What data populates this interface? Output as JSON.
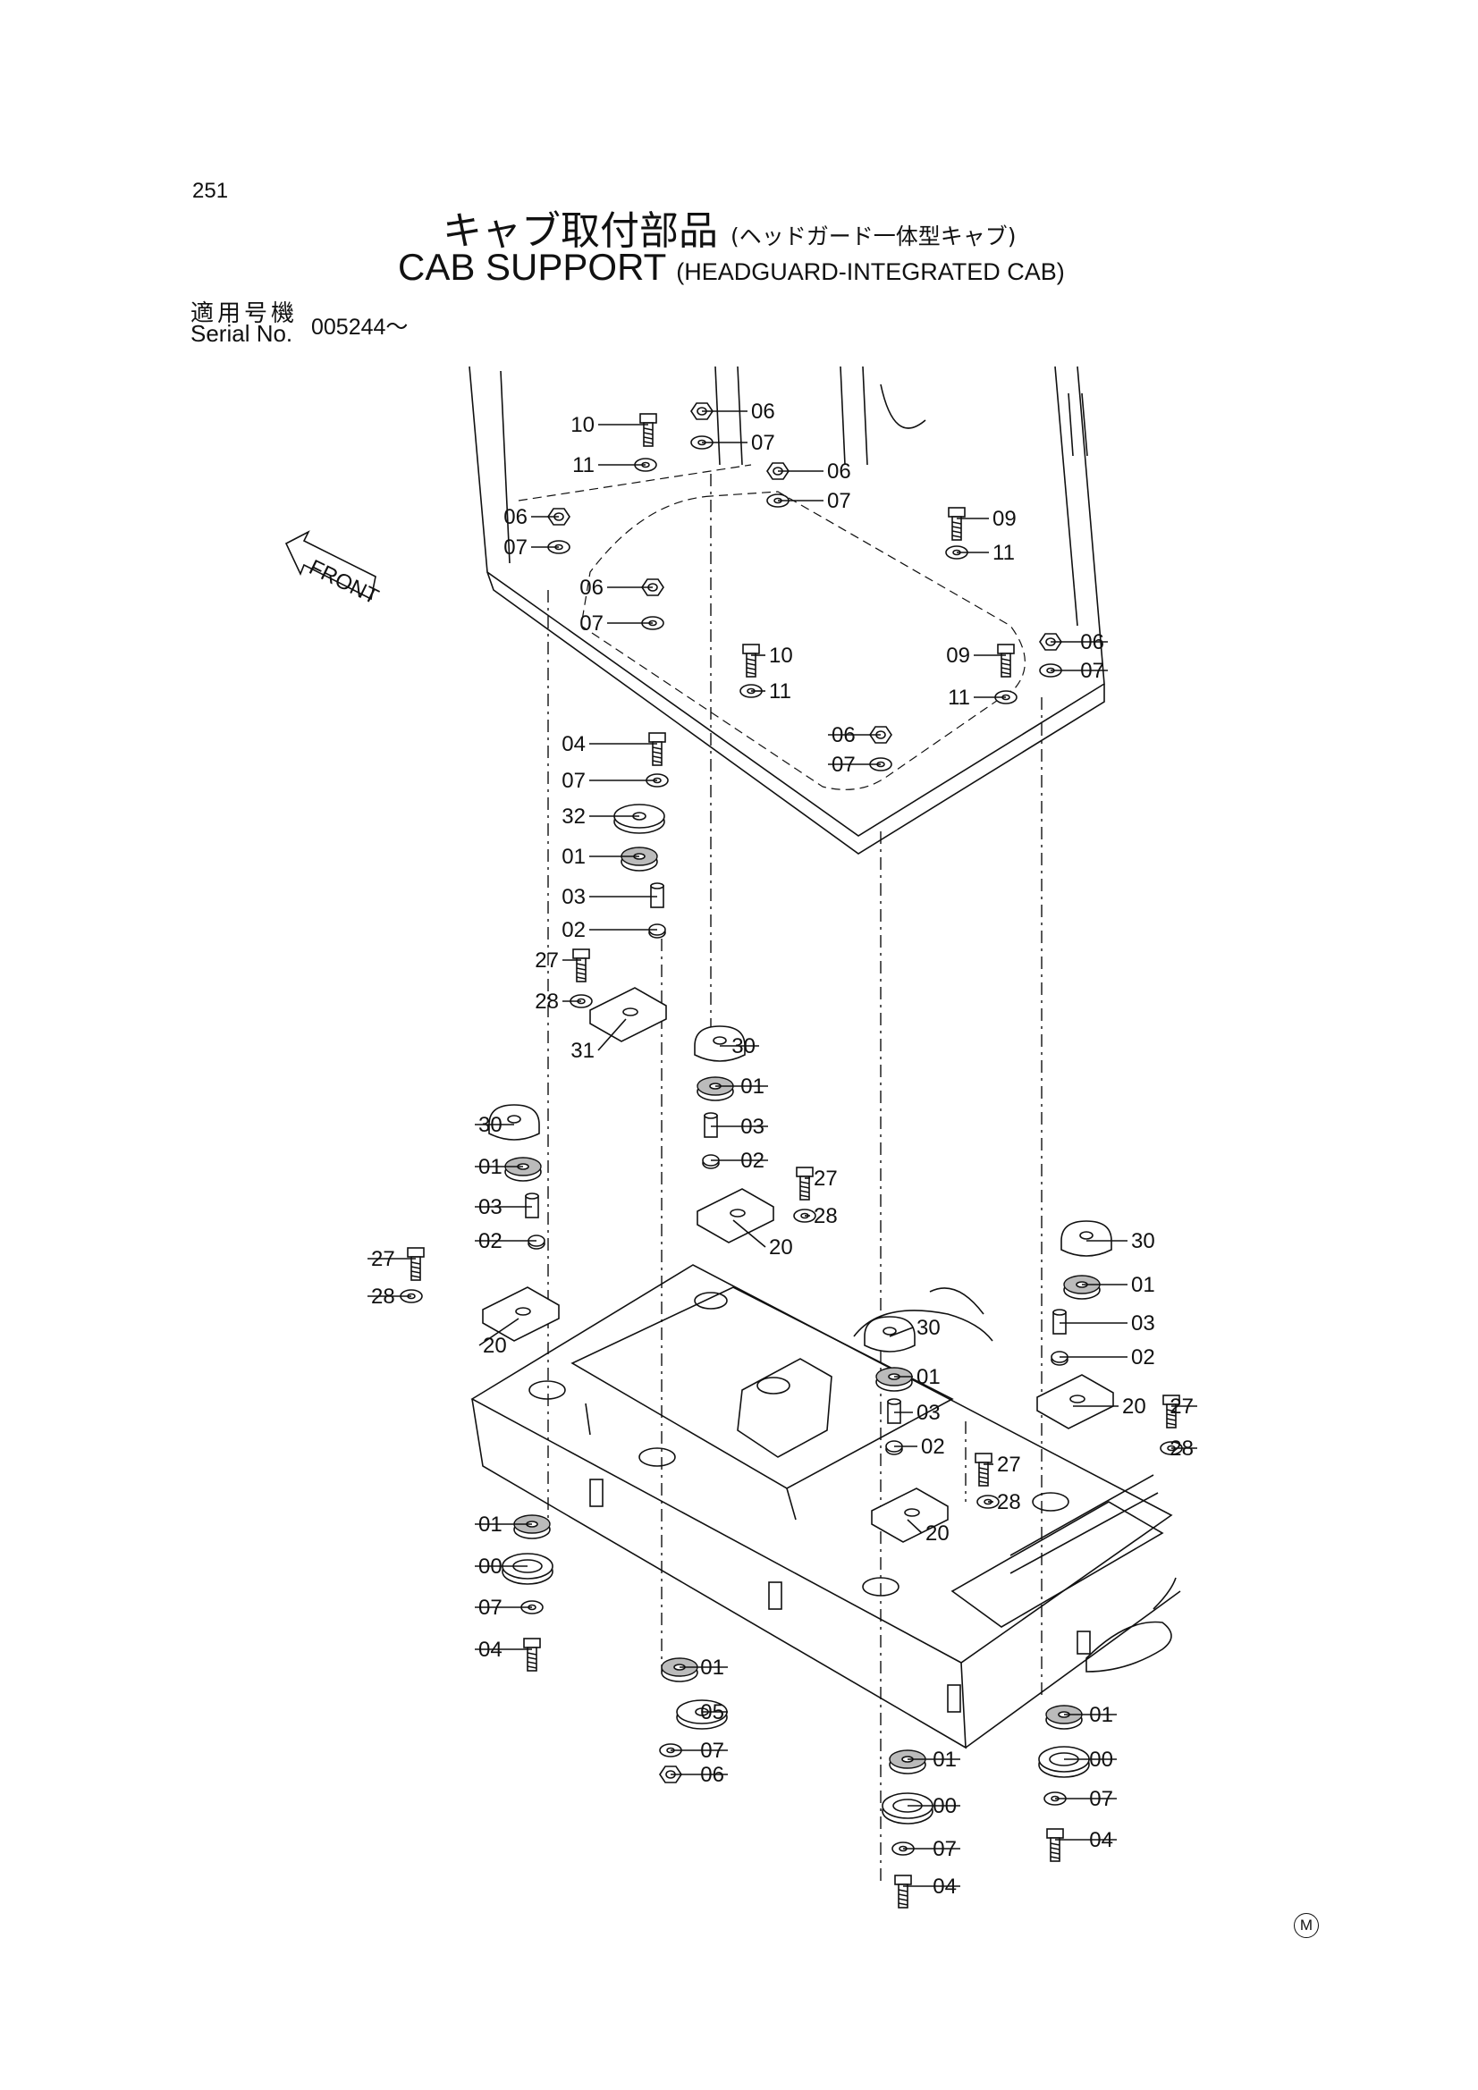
{
  "page": {
    "number": "251",
    "title_jp": "キャブ取付部品",
    "title_jp_sub": "(ヘッドガード一体型キャブ)",
    "title_en": "CAB  SUPPORT",
    "title_en_sub": "(HEADGUARD-INTEGRATED CAB)",
    "serial_label_jp": "適用号機",
    "serial_label_en": "Serial No.",
    "serial_value": "005244～",
    "front_label": "FRONT",
    "corner_mark": "M"
  },
  "callouts": [
    {
      "id": "10",
      "anchor": "right",
      "part": "bolt"
    },
    {
      "id": "11",
      "anchor": "right",
      "part": "washer"
    },
    {
      "id": "06",
      "anchor": "left",
      "part": "nut"
    },
    {
      "id": "07",
      "anchor": "left",
      "part": "washer"
    },
    {
      "id": "06",
      "anchor": "left",
      "part": "nut"
    },
    {
      "id": "07",
      "anchor": "left",
      "part": "washer"
    },
    {
      "id": "06",
      "anchor": "right",
      "part": "nut"
    },
    {
      "id": "07",
      "anchor": "right",
      "part": "washer"
    },
    {
      "id": "09",
      "anchor": "left",
      "part": "bolt"
    },
    {
      "id": "11",
      "anchor": "left",
      "part": "washer"
    },
    {
      "id": "06",
      "anchor": "right",
      "part": "nut"
    },
    {
      "id": "07",
      "anchor": "right",
      "part": "washer"
    },
    {
      "id": "10",
      "anchor": "left",
      "part": "bolt"
    },
    {
      "id": "11",
      "anchor": "left",
      "part": "washer"
    },
    {
      "id": "09",
      "anchor": "right",
      "part": "bolt"
    },
    {
      "id": "11",
      "anchor": "right",
      "part": "washer"
    },
    {
      "id": "06",
      "anchor": "left",
      "part": "nut"
    },
    {
      "id": "07",
      "anchor": "left",
      "part": "washer"
    },
    {
      "id": "06",
      "anchor": "right",
      "part": "nut"
    },
    {
      "id": "07",
      "anchor": "right",
      "part": "washer"
    },
    {
      "id": "04",
      "anchor": "right",
      "part": "bolt"
    },
    {
      "id": "07",
      "anchor": "right",
      "part": "washer"
    },
    {
      "id": "32",
      "anchor": "right",
      "part": "disc"
    },
    {
      "id": "01",
      "anchor": "right",
      "part": "mount"
    },
    {
      "id": "03",
      "anchor": "right",
      "part": "sleeve"
    },
    {
      "id": "02",
      "anchor": "right",
      "part": "ring"
    },
    {
      "id": "27",
      "anchor": "right",
      "part": "bolt"
    },
    {
      "id": "28",
      "anchor": "right",
      "part": "washer"
    },
    {
      "id": "31",
      "anchor": "right",
      "part": "plate"
    },
    {
      "id": "30",
      "anchor": "left",
      "part": "stopper"
    },
    {
      "id": "01",
      "anchor": "left",
      "part": "mount"
    },
    {
      "id": "03",
      "anchor": "left",
      "part": "sleeve"
    },
    {
      "id": "02",
      "anchor": "left",
      "part": "ring"
    },
    {
      "id": "27",
      "anchor": "left",
      "part": "bolt"
    },
    {
      "id": "28",
      "anchor": "left",
      "part": "washer"
    },
    {
      "id": "20",
      "anchor": "left",
      "part": "plate"
    },
    {
      "id": "30",
      "anchor": "right",
      "part": "stopper"
    },
    {
      "id": "01",
      "anchor": "right",
      "part": "mount"
    },
    {
      "id": "03",
      "anchor": "right",
      "part": "sleeve"
    },
    {
      "id": "02",
      "anchor": "right",
      "part": "ring"
    },
    {
      "id": "27",
      "anchor": "left",
      "part": "bolt"
    },
    {
      "id": "28",
      "anchor": "left",
      "part": "washer"
    },
    {
      "id": "20",
      "anchor": "left",
      "part": "plate"
    },
    {
      "id": "30",
      "anchor": "left",
      "part": "stopper"
    },
    {
      "id": "01",
      "anchor": "left",
      "part": "mount"
    },
    {
      "id": "03",
      "anchor": "left",
      "part": "sleeve"
    },
    {
      "id": "02",
      "anchor": "left",
      "part": "ring"
    },
    {
      "id": "20",
      "anchor": "left",
      "part": "plate"
    },
    {
      "id": "27",
      "anchor": "right",
      "part": "bolt"
    },
    {
      "id": "28",
      "anchor": "right",
      "part": "washer"
    },
    {
      "id": "30",
      "anchor": "left",
      "part": "stopper"
    },
    {
      "id": "01",
      "anchor": "left",
      "part": "mount"
    },
    {
      "id": "03",
      "anchor": "left",
      "part": "sleeve"
    },
    {
      "id": "02",
      "anchor": "left",
      "part": "ring"
    },
    {
      "id": "27",
      "anchor": "left",
      "part": "bolt"
    },
    {
      "id": "28",
      "anchor": "left",
      "part": "washer"
    },
    {
      "id": "20",
      "anchor": "left",
      "part": "plate"
    },
    {
      "id": "01",
      "anchor": "left",
      "part": "mount"
    },
    {
      "id": "00",
      "anchor": "left",
      "part": "cup"
    },
    {
      "id": "07",
      "anchor": "left",
      "part": "washer"
    },
    {
      "id": "04",
      "anchor": "left",
      "part": "bolt"
    },
    {
      "id": "01",
      "anchor": "right",
      "part": "mount"
    },
    {
      "id": "05",
      "anchor": "right",
      "part": "disc"
    },
    {
      "id": "07",
      "anchor": "right",
      "part": "washer"
    },
    {
      "id": "06",
      "anchor": "right",
      "part": "nut"
    },
    {
      "id": "01",
      "anchor": "right",
      "part": "mount"
    },
    {
      "id": "00",
      "anchor": "right",
      "part": "cup"
    },
    {
      "id": "07",
      "anchor": "right",
      "part": "washer"
    },
    {
      "id": "04",
      "anchor": "right",
      "part": "bolt"
    },
    {
      "id": "01",
      "anchor": "right",
      "part": "mount"
    },
    {
      "id": "00",
      "anchor": "right",
      "part": "cup"
    },
    {
      "id": "07",
      "anchor": "right",
      "part": "washer"
    },
    {
      "id": "04",
      "anchor": "right",
      "part": "bolt"
    }
  ]
}
